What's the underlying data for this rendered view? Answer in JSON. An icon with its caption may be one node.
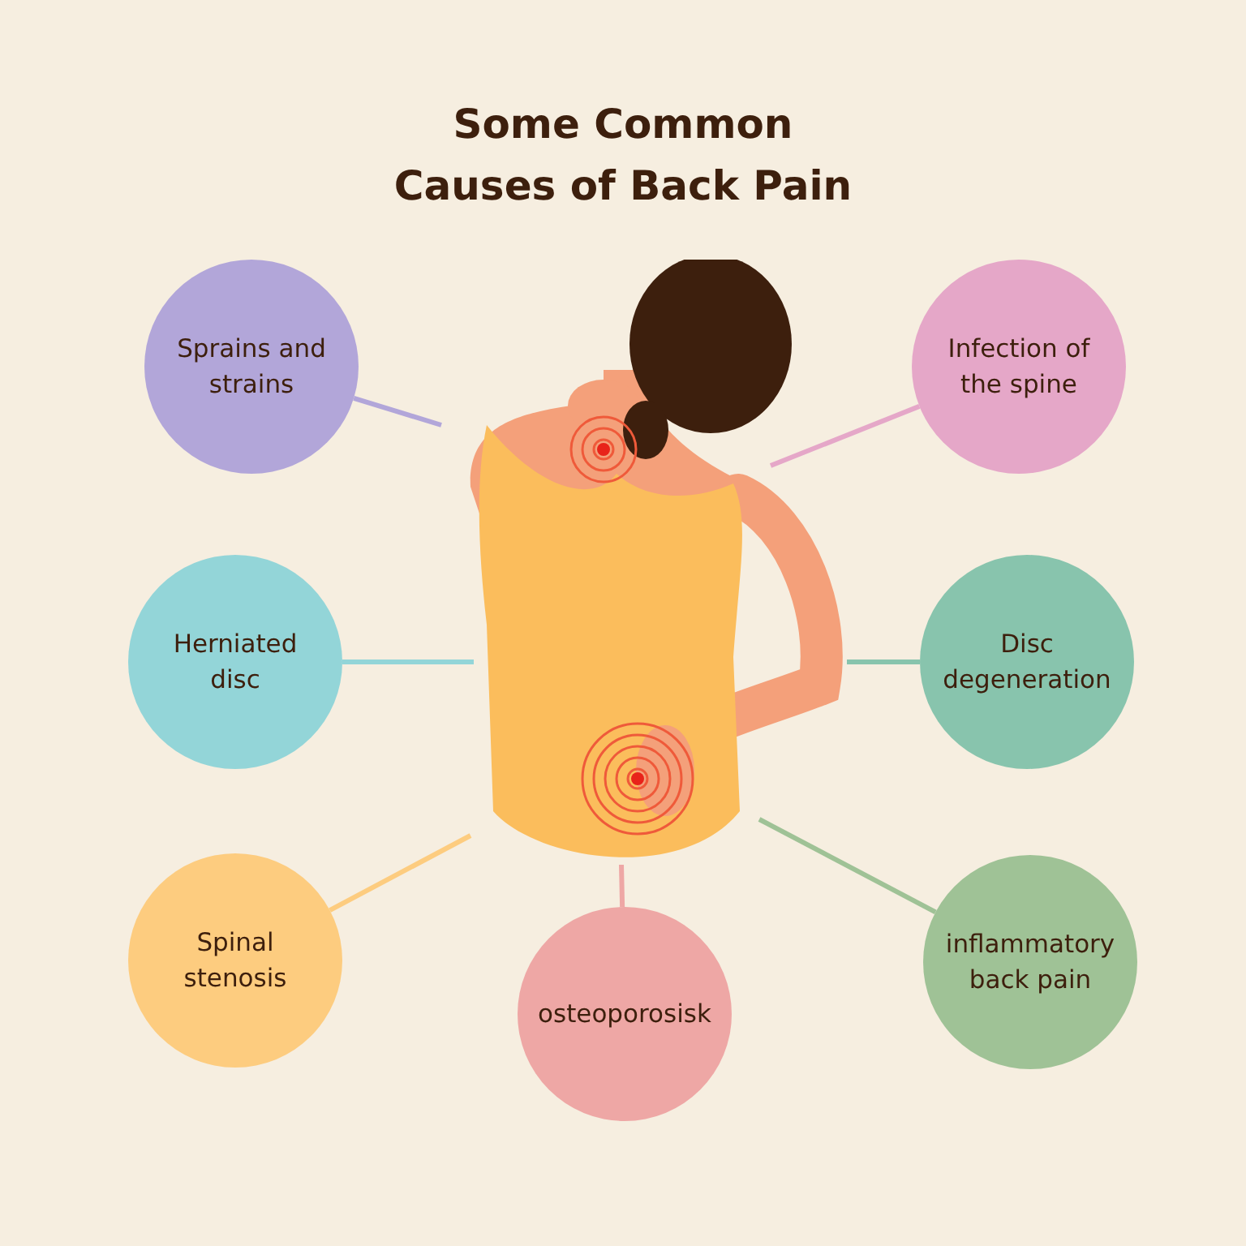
{
  "diagram": {
    "title": "Some Common Causes of Back Pain",
    "nodes": [
      {
        "text": [
          "Sprains and strains"
        ]
      },
      {
        "text": [
          "Infection of the spine"
        ]
      },
      {
        "text": [
          "Herniated disc"
        ]
      },
      {
        "text": [
          "Disc degeneration"
        ]
      },
      {
        "text": [
          "Spinal stenosis"
        ]
      },
      {
        "text": [
          "osteoporosisk"
        ]
      },
      {
        "text": [
          "inflammatory back pain"
        ]
      },
      {
        "text": [],
        "shape": "picture"
      }
    ],
    "edges": [
      {
        "from": 0,
        "to": 7,
        "arrow": "none",
        "color": "#b2a6d9"
      },
      {
        "from": 1,
        "to": 7,
        "arrow": "none",
        "color": "#e5a7c8"
      },
      {
        "from": 2,
        "to": 7,
        "arrow": "none",
        "color": "#93d5d8"
      },
      {
        "from": 3,
        "to": 7,
        "arrow": "none",
        "color": "#88c4ad"
      },
      {
        "from": 4,
        "to": 7,
        "arrow": "none",
        "color": "#fdcc7f"
      },
      {
        "from": 5,
        "to": 7,
        "arrow": "none",
        "color": "#eea7a5"
      },
      {
        "from": 6,
        "to": 7,
        "arrow": "none",
        "color": "#9fc296"
      }
    ]
  }
}
